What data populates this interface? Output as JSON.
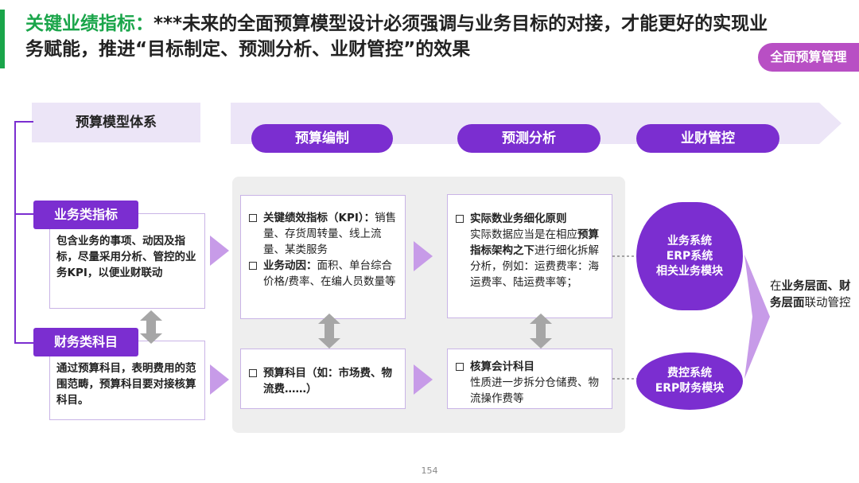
{
  "header": {
    "title_highlight": "关键业绩指标：",
    "title_rest": "***未来的全面预算模型设计必须强调与业务目标的对接，才能更好的实现业务赋能，推进“目标制定、预测分析、业财管控”的效果",
    "tag": "全面预算管理"
  },
  "top": {
    "model_label": "预算模型体系",
    "stages": [
      "预算编制",
      "预测分析",
      "业财管控"
    ]
  },
  "left": {
    "business_label": "业务类指标",
    "business_text": "包含业务的事项、动因及指标，尽量采用分析、管控的业务KPI，以便业财联动",
    "finance_label": "财务类科目",
    "finance_text": "通过预算科目，表明费用的范围范畴，预算科目要对接核算科目。"
  },
  "budget_kpi": {
    "b1_title": "关键绩效指标（KPI）：",
    "b1_text": "销售量、存货周转量、线上流量、某类服务",
    "b2_title": "业务动因：",
    "b2_text": "面积、单台综合价格/费率、在编人员数量等"
  },
  "budget_subject": {
    "text": "预算科目（如：市场费、物流费……）"
  },
  "forecast_actual": {
    "title": "实际数业务细化原则",
    "t1": "实际数据应当是在相应",
    "t2_bold": "预算指标架构之下",
    "t2_rest": "进行细化拆解分析，例如：运费费率：海运费率、陆运费率等；"
  },
  "forecast_account": {
    "title": "核算会计科目",
    "text": "性质进一步拆分仓储费、物流操作费等"
  },
  "control": {
    "oval1": [
      "业务系统",
      "ERP系统",
      "相关业务模块"
    ],
    "oval2": [
      "费控系统",
      "ERP财务模块"
    ]
  },
  "result": {
    "p1": "在",
    "p2_bold": "业务层面、财务层面",
    "p3": "联动管控"
  },
  "page_number": "154",
  "colors": {
    "purple": "#7b2ed0",
    "light_purple": "#ece5f7",
    "magenta_tag": "#b84fc4",
    "green": "#1aa54a",
    "triangle": "#c79be8"
  }
}
